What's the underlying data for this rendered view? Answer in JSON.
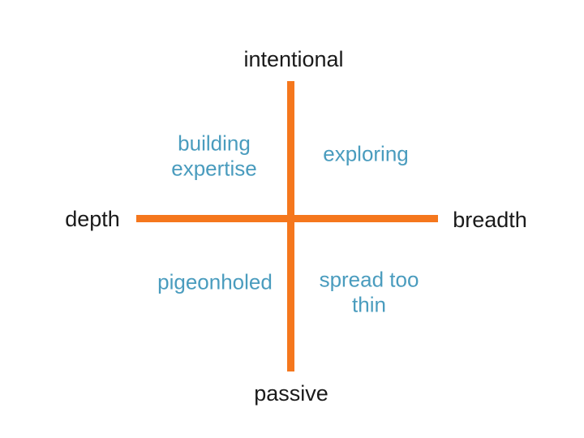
{
  "diagram": {
    "title": "intentional-passive vs depth-breadth quadrant diagram",
    "axes": {
      "top": "intentional",
      "bottom": "passive",
      "left": "depth",
      "right": "breadth"
    },
    "quadrants": {
      "top_left": "building\nexpertise",
      "top_right": "exploring",
      "bottom_left": "pigeonholed",
      "bottom_right": "spread too\nthin"
    },
    "colors": {
      "axis_line": "#F5771D",
      "quadrant_text": "#4A9CBE",
      "axis_text": "#1A1A1A",
      "background": "#FFFFFF"
    }
  }
}
